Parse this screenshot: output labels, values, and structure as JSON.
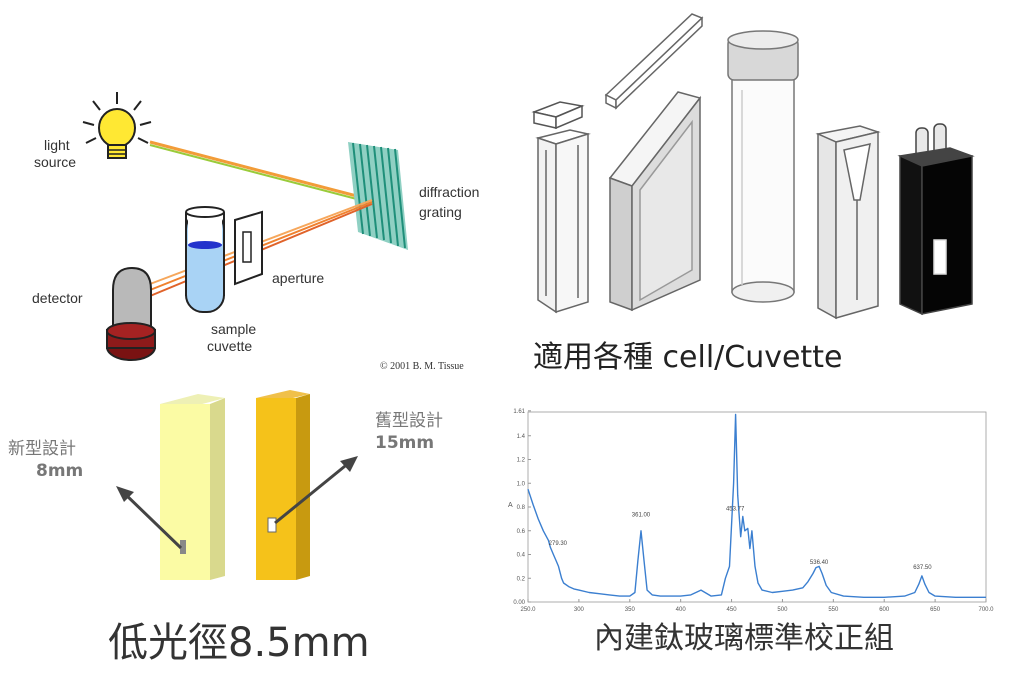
{
  "spectrometer": {
    "light_source": [
      "light",
      "source"
    ],
    "diffraction_grating": [
      "diffraction",
      "grating"
    ],
    "aperture": "aperture",
    "detector": "detector",
    "sample_cuvette": [
      "sample",
      "cuvette"
    ],
    "credit": "© 2001 B. M. Tissue"
  },
  "cells": {
    "caption": "適用各種 cell/Cuvette"
  },
  "pathlength": {
    "new_design": [
      "新型設計",
      "8mm"
    ],
    "old_design": [
      "舊型設計",
      "15mm"
    ],
    "caption": "低光徑8.5mm"
  },
  "calibration": {
    "caption": "內建鈦玻璃標準校正組",
    "chart_data": {
      "type": "line",
      "title": "",
      "xlabel": "",
      "ylabel": "A",
      "xlim": [
        250,
        700
      ],
      "ylim": [
        0,
        1.6
      ],
      "x_ticks": [
        "250.0",
        "300",
        "350",
        "400",
        "450",
        "500",
        "550",
        "600",
        "650",
        "700.0"
      ],
      "y_ticks": [
        "0.00",
        "0.2",
        "0.4",
        "0.6",
        "0.8",
        "1.0",
        "1.2",
        "1.4",
        "1.61"
      ],
      "peak_labels": [
        {
          "x": 279.3,
          "y": 0.48,
          "text": "279.30"
        },
        {
          "x": 361.0,
          "y": 0.72,
          "text": "361.00"
        },
        {
          "x": 453.5,
          "y": 0.77,
          "text": "453.77"
        },
        {
          "x": 536.0,
          "y": 0.32,
          "text": "536.40"
        },
        {
          "x": 637.5,
          "y": 0.28,
          "text": "637.50"
        }
      ],
      "series": [
        {
          "color": "#3b7fd0",
          "x": [
            250,
            255,
            260,
            265,
            270,
            272,
            275,
            278,
            280,
            283,
            285,
            290,
            295,
            300,
            310,
            320,
            330,
            340,
            350,
            355,
            358,
            361,
            364,
            367,
            372,
            380,
            390,
            400,
            410,
            420,
            430,
            440,
            444,
            448,
            452,
            454,
            456,
            459,
            461,
            463,
            466,
            468,
            470,
            473,
            476,
            480,
            490,
            500,
            510,
            520,
            525,
            530,
            533,
            536,
            539,
            543,
            548,
            560,
            580,
            600,
            620,
            630,
            634,
            637,
            640,
            644,
            650,
            670,
            700
          ],
          "y": [
            0.95,
            0.82,
            0.7,
            0.6,
            0.52,
            0.46,
            0.4,
            0.34,
            0.3,
            0.2,
            0.16,
            0.13,
            0.11,
            0.1,
            0.08,
            0.07,
            0.06,
            0.05,
            0.05,
            0.08,
            0.35,
            0.6,
            0.35,
            0.1,
            0.06,
            0.05,
            0.05,
            0.05,
            0.06,
            0.1,
            0.05,
            0.06,
            0.2,
            0.3,
            1.0,
            1.58,
            0.9,
            0.55,
            0.72,
            0.6,
            0.62,
            0.45,
            0.6,
            0.3,
            0.16,
            0.1,
            0.08,
            0.09,
            0.1,
            0.12,
            0.17,
            0.24,
            0.29,
            0.3,
            0.24,
            0.14,
            0.08,
            0.05,
            0.04,
            0.04,
            0.05,
            0.08,
            0.15,
            0.22,
            0.15,
            0.08,
            0.05,
            0.04,
            0.04
          ]
        }
      ]
    }
  }
}
